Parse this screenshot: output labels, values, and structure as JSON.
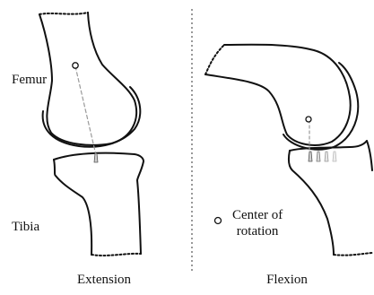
{
  "labels": {
    "femur": "Femur",
    "tibia": "Tibia",
    "center_line1": "Center of",
    "center_line2": "rotation",
    "extension": "Extension",
    "flexion": "Flexion"
  },
  "colors": {
    "outline": "#111111",
    "guide": "#9a9a9a",
    "contact_marker_fill": "#cfcfcf"
  },
  "panels": [
    {
      "name": "extension",
      "contact_markers": 1
    },
    {
      "name": "flexion",
      "contact_markers": 4
    }
  ]
}
